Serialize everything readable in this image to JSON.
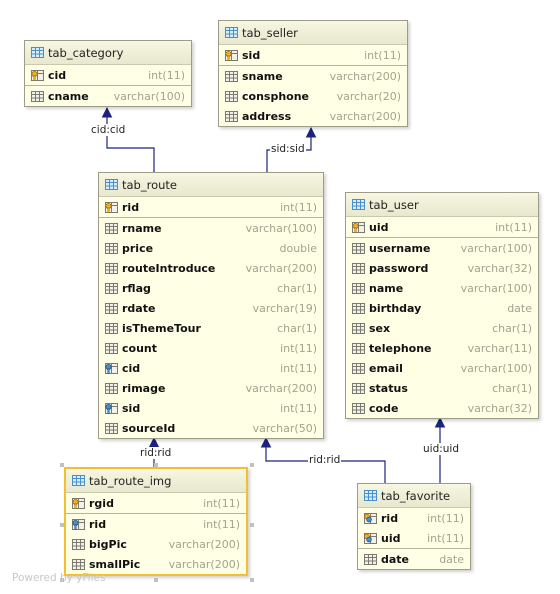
{
  "tables": {
    "tab_category": {
      "title": "tab_category",
      "cols": [
        {
          "name": "cid",
          "type": "int(11)",
          "kind": "pk"
        },
        {
          "name": "cname",
          "type": "varchar(100)",
          "kind": "col"
        }
      ]
    },
    "tab_seller": {
      "title": "tab_seller",
      "cols": [
        {
          "name": "sid",
          "type": "int(11)",
          "kind": "pk"
        },
        {
          "name": "sname",
          "type": "varchar(200)",
          "kind": "col"
        },
        {
          "name": "consphone",
          "type": "varchar(20)",
          "kind": "col"
        },
        {
          "name": "address",
          "type": "varchar(200)",
          "kind": "col"
        }
      ]
    },
    "tab_route": {
      "title": "tab_route",
      "cols": [
        {
          "name": "rid",
          "type": "int(11)",
          "kind": "pk"
        },
        {
          "name": "rname",
          "type": "varchar(100)",
          "kind": "col"
        },
        {
          "name": "price",
          "type": "double",
          "kind": "col"
        },
        {
          "name": "routeIntroduce",
          "type": "varchar(200)",
          "kind": "col"
        },
        {
          "name": "rflag",
          "type": "char(1)",
          "kind": "col"
        },
        {
          "name": "rdate",
          "type": "varchar(19)",
          "kind": "col"
        },
        {
          "name": "isThemeTour",
          "type": "char(1)",
          "kind": "col"
        },
        {
          "name": "count",
          "type": "int(11)",
          "kind": "col"
        },
        {
          "name": "cid",
          "type": "int(11)",
          "kind": "fk"
        },
        {
          "name": "rimage",
          "type": "varchar(200)",
          "kind": "col"
        },
        {
          "name": "sid",
          "type": "int(11)",
          "kind": "fk"
        },
        {
          "name": "sourceId",
          "type": "varchar(50)",
          "kind": "col"
        }
      ]
    },
    "tab_user": {
      "title": "tab_user",
      "cols": [
        {
          "name": "uid",
          "type": "int(11)",
          "kind": "pk"
        },
        {
          "name": "username",
          "type": "varchar(100)",
          "kind": "col"
        },
        {
          "name": "password",
          "type": "varchar(32)",
          "kind": "col"
        },
        {
          "name": "name",
          "type": "varchar(100)",
          "kind": "col"
        },
        {
          "name": "birthday",
          "type": "date",
          "kind": "col"
        },
        {
          "name": "sex",
          "type": "char(1)",
          "kind": "col"
        },
        {
          "name": "telephone",
          "type": "varchar(11)",
          "kind": "col"
        },
        {
          "name": "email",
          "type": "varchar(100)",
          "kind": "col"
        },
        {
          "name": "status",
          "type": "char(1)",
          "kind": "col"
        },
        {
          "name": "code",
          "type": "varchar(32)",
          "kind": "col"
        }
      ]
    },
    "tab_route_img": {
      "title": "tab_route_img",
      "cols": [
        {
          "name": "rgid",
          "type": "int(11)",
          "kind": "pk"
        },
        {
          "name": "rid",
          "type": "int(11)",
          "kind": "fk"
        },
        {
          "name": "bigPic",
          "type": "varchar(200)",
          "kind": "col"
        },
        {
          "name": "smallPic",
          "type": "varchar(200)",
          "kind": "col"
        }
      ]
    },
    "tab_favorite": {
      "title": "tab_favorite",
      "cols": [
        {
          "name": "rid",
          "type": "int(11)",
          "kind": "pkfk"
        },
        {
          "name": "uid",
          "type": "int(11)",
          "kind": "pkfk"
        },
        {
          "name": "date",
          "type": "date",
          "kind": "col"
        }
      ]
    }
  },
  "edges": {
    "route_category": "cid:cid",
    "route_seller": "sid:sid",
    "img_route": "rid:rid",
    "fav_route": "rid:rid",
    "fav_user": "uid:uid"
  },
  "watermark": "Powered by yFiles",
  "colors": {
    "header_icon": "#4a90c8",
    "key": "#e0a020",
    "edge": "#1a237e"
  }
}
